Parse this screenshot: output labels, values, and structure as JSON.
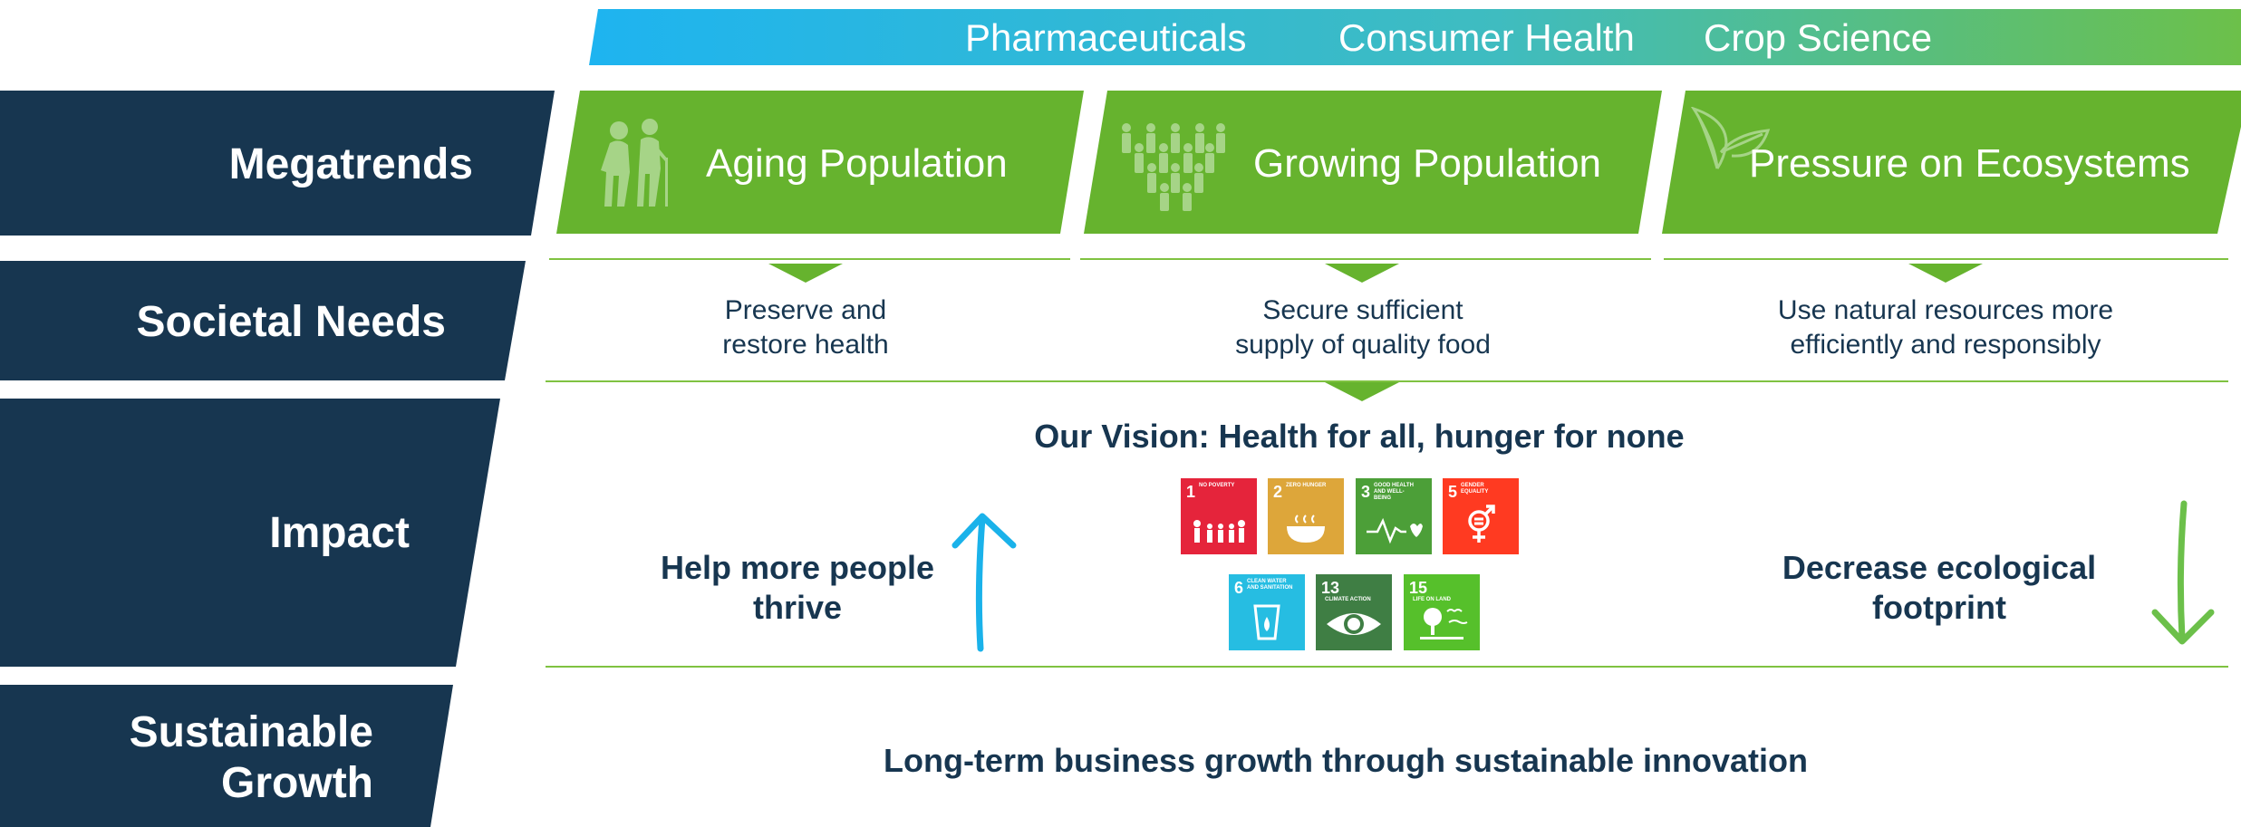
{
  "banner": {
    "items": [
      "Pharmaceuticals",
      "Consumer Health",
      "Crop Science"
    ],
    "gradient": [
      "#1eb4f0",
      "#6cc04a"
    ]
  },
  "colors": {
    "navy": "#173650",
    "green": "#66b32e",
    "light_green": "#7fc241",
    "blue_arrow": "#1ab2ea"
  },
  "rows": {
    "megatrends": "Megatrends",
    "societal_needs": "Societal Needs",
    "impact": "Impact",
    "sustainable_growth": "Sustainable Growth"
  },
  "megatrends": [
    {
      "label": "Aging Population",
      "icon": "elderly-couple-icon"
    },
    {
      "label": "Growing Population",
      "icon": "crowd-icon"
    },
    {
      "label": "Pressure on Ecosystems",
      "icon": "leaves-icon"
    }
  ],
  "needs": [
    {
      "line1": "Preserve and",
      "line2": "restore health"
    },
    {
      "line1": "Secure sufficient",
      "line2": "supply of quality food"
    },
    {
      "line1": "Use natural resources more",
      "line2": "efficiently and responsibly"
    }
  ],
  "impact": {
    "vision": "Our Vision: Health for all, hunger for none",
    "left_line1": "Help more people",
    "left_line2": "thrive",
    "right_line1": "Decrease ecological",
    "right_line2": "footprint",
    "sdgs": [
      {
        "num": "1",
        "text": "No Poverty",
        "color": "#e5243b",
        "icon": "family-icon"
      },
      {
        "num": "2",
        "text": "Zero Hunger",
        "color": "#dda63a",
        "icon": "bowl-icon"
      },
      {
        "num": "3",
        "text": "Good Health and Well-Being",
        "color": "#4c9f38",
        "icon": "heartbeat-icon"
      },
      {
        "num": "5",
        "text": "Gender Equality",
        "color": "#ff3a21",
        "icon": "gender-icon"
      },
      {
        "num": "6",
        "text": "Clean Water and Sanitation",
        "color": "#26bde2",
        "icon": "water-icon"
      },
      {
        "num": "13",
        "text": "Climate Action",
        "color": "#3f7e44",
        "icon": "eye-globe-icon"
      },
      {
        "num": "15",
        "text": "Life on Land",
        "color": "#56c02b",
        "icon": "tree-icon"
      }
    ]
  },
  "growth": "Long-term business growth through sustainable innovation"
}
